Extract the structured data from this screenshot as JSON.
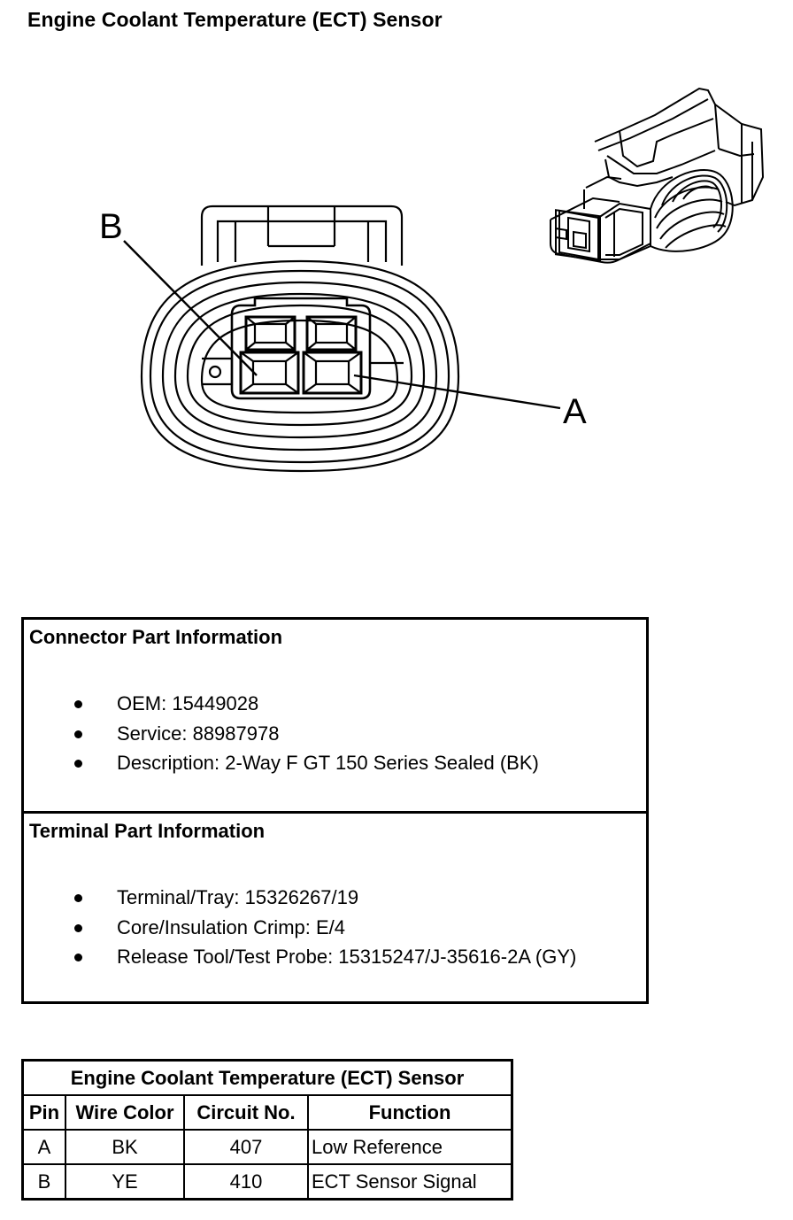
{
  "title": "Engine Coolant Temperature (ECT) Sensor",
  "diagram": {
    "pin_b_label": "B",
    "pin_a_label": "A"
  },
  "connector_info": {
    "heading": "Connector Part Information",
    "items": [
      "OEM: 15449028",
      "Service: 88987978",
      "Description: 2-Way F GT 150 Series Sealed (BK)"
    ]
  },
  "terminal_info": {
    "heading": "Terminal Part Information",
    "items": [
      "Terminal/Tray: 15326267/19",
      "Core/Insulation Crimp: E/4",
      "Release Tool/Test Probe: 15315247/J-35616-2A (GY)"
    ]
  },
  "pin_table": {
    "caption": "Engine Coolant Temperature (ECT) Sensor",
    "headers": [
      "Pin",
      "Wire Color",
      "Circuit No.",
      "Function"
    ],
    "rows": [
      [
        "A",
        "BK",
        "407",
        "Low Reference"
      ],
      [
        "B",
        "YE",
        "410",
        "ECT Sensor Signal"
      ]
    ]
  }
}
